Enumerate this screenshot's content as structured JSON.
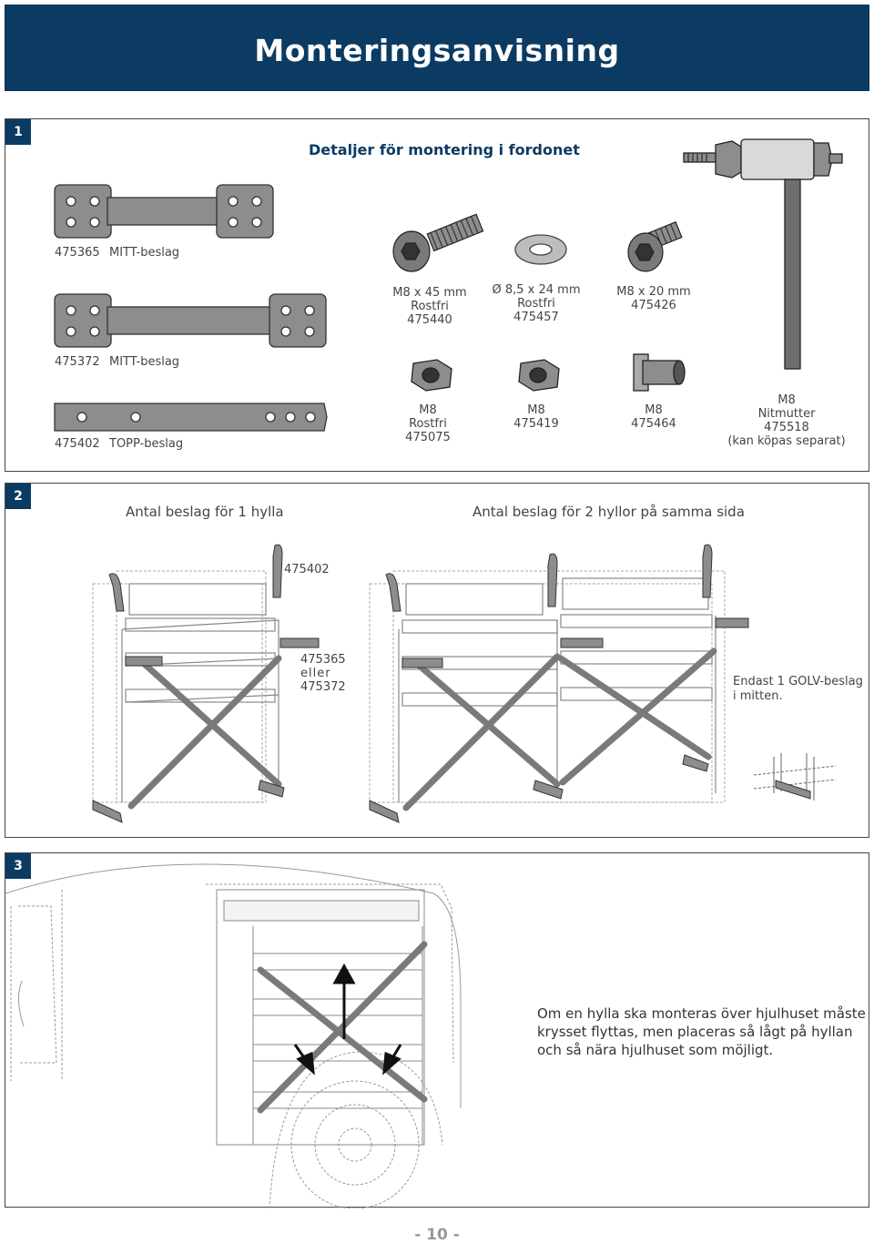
{
  "header": {
    "title": "Monteringsanvisning"
  },
  "section1": {
    "number": "1",
    "title": "Detaljer för montering i fordonet",
    "brackets": [
      {
        "code": "475365",
        "name": "MITT-beslag"
      },
      {
        "code": "475372",
        "name": "MITT-beslag"
      },
      {
        "code": "475402",
        "name": "TOPP-beslag"
      }
    ],
    "parts": [
      {
        "l1": "M8 x 45 mm",
        "l2": "Rostfri",
        "l3": "475440"
      },
      {
        "l1": "Ø 8,5 x 24 mm",
        "l2": "Rostfri",
        "l3": "475457"
      },
      {
        "l1": "M8 x 20 mm",
        "l2": "475426"
      },
      {
        "l1": "M8",
        "l2": "Rostfri",
        "l3": "475075"
      },
      {
        "l1": "M8",
        "l2": "475419"
      },
      {
        "l1": "M8",
        "l2": "475464"
      },
      {
        "l1": "M8",
        "l2": "Nitmutter",
        "l3": "475518",
        "l4": "(kan köpas separat)"
      }
    ]
  },
  "section2": {
    "number": "2",
    "heading_left": "Antal beslag för 1 hylla",
    "heading_right": "Antal beslag för 2 hyllor på samma sida",
    "label_top": "475402",
    "label_mid": [
      "475365",
      "eller",
      "475372"
    ],
    "note": [
      "Endast 1 GOLV-beslag",
      "i mitten."
    ]
  },
  "section3": {
    "number": "3",
    "text": [
      "Om en hylla ska monteras över hjulhuset måste",
      "krysset flyttas, men placeras så lågt på hyllan",
      "och så nära hjulhuset som möjligt."
    ]
  },
  "footer": {
    "page": "- 10 -"
  },
  "colors": {
    "header_bg": "#0b3b63",
    "part_fill": "#8d8d8d",
    "strut_fill": "#7a7a7a"
  }
}
